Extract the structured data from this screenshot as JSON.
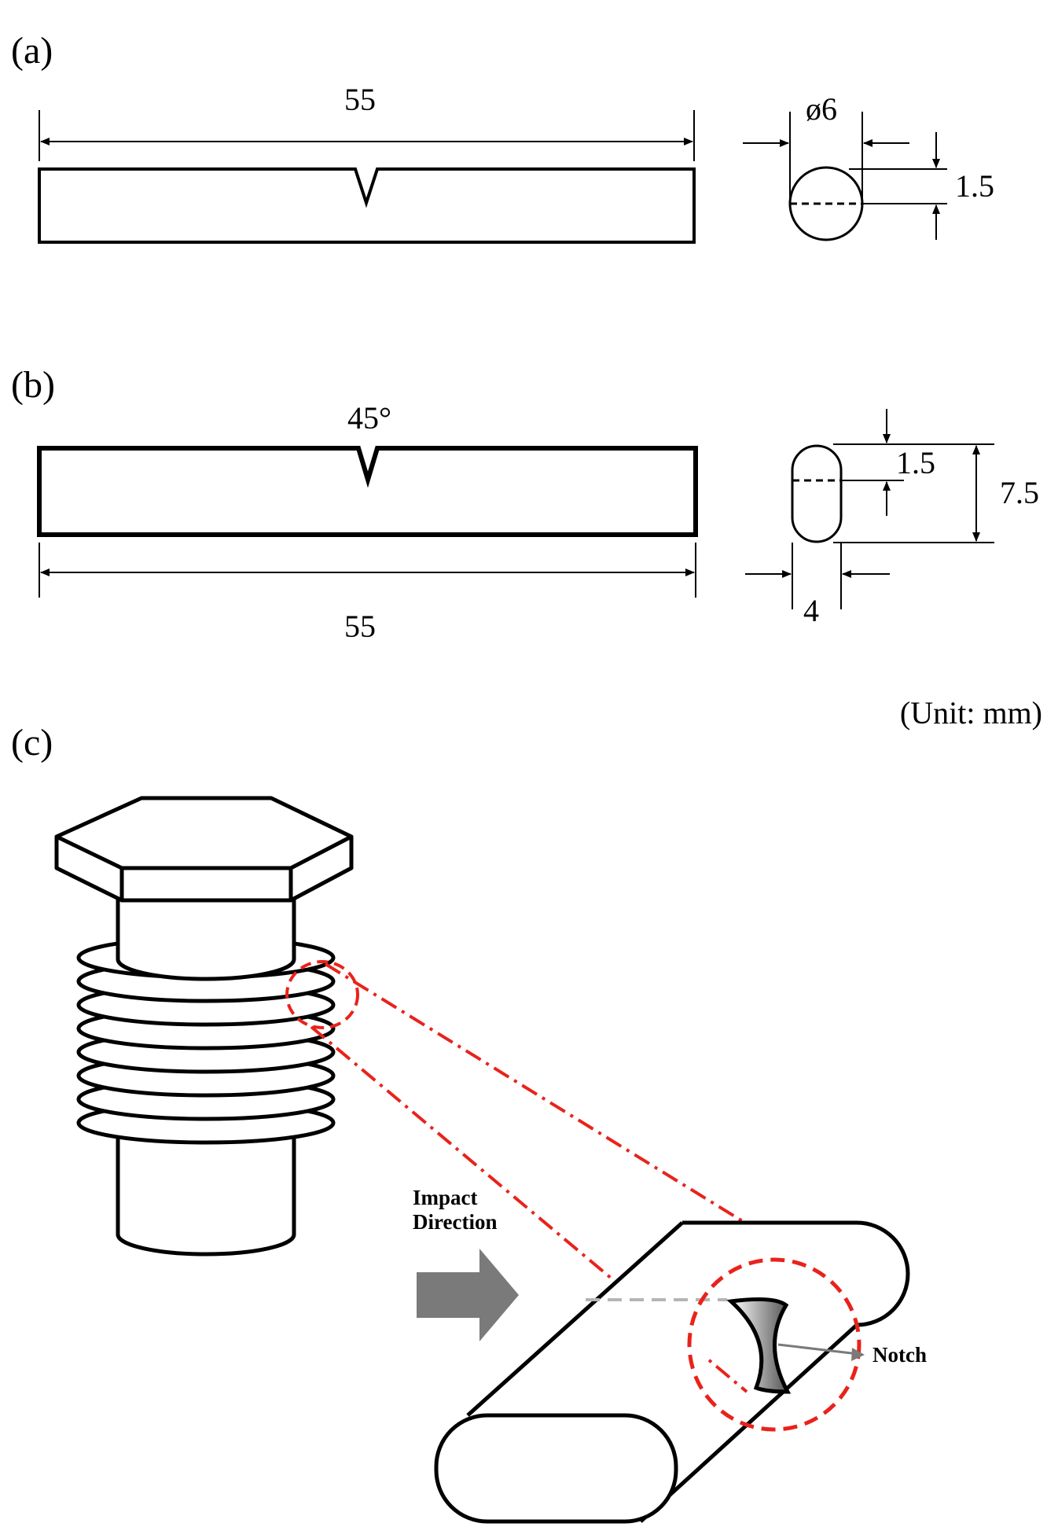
{
  "panels": {
    "a": {
      "label": "(a)",
      "length": "55",
      "diameter": "ø6",
      "notch_depth": "1.5"
    },
    "b": {
      "label": "(b)",
      "angle": "45°",
      "length": "55",
      "notch_depth": "1.5",
      "height": "7.5",
      "width": "4"
    },
    "c": {
      "label": "(c)",
      "impact_line1": "Impact",
      "impact_line2": "Direction",
      "notch": "Notch"
    }
  },
  "unit_note": "(Unit: mm)",
  "colors": {
    "line": "#000000",
    "highlight": "#e8231b",
    "arrow": "#7a7a7a",
    "guide": "#b5b5b5"
  }
}
